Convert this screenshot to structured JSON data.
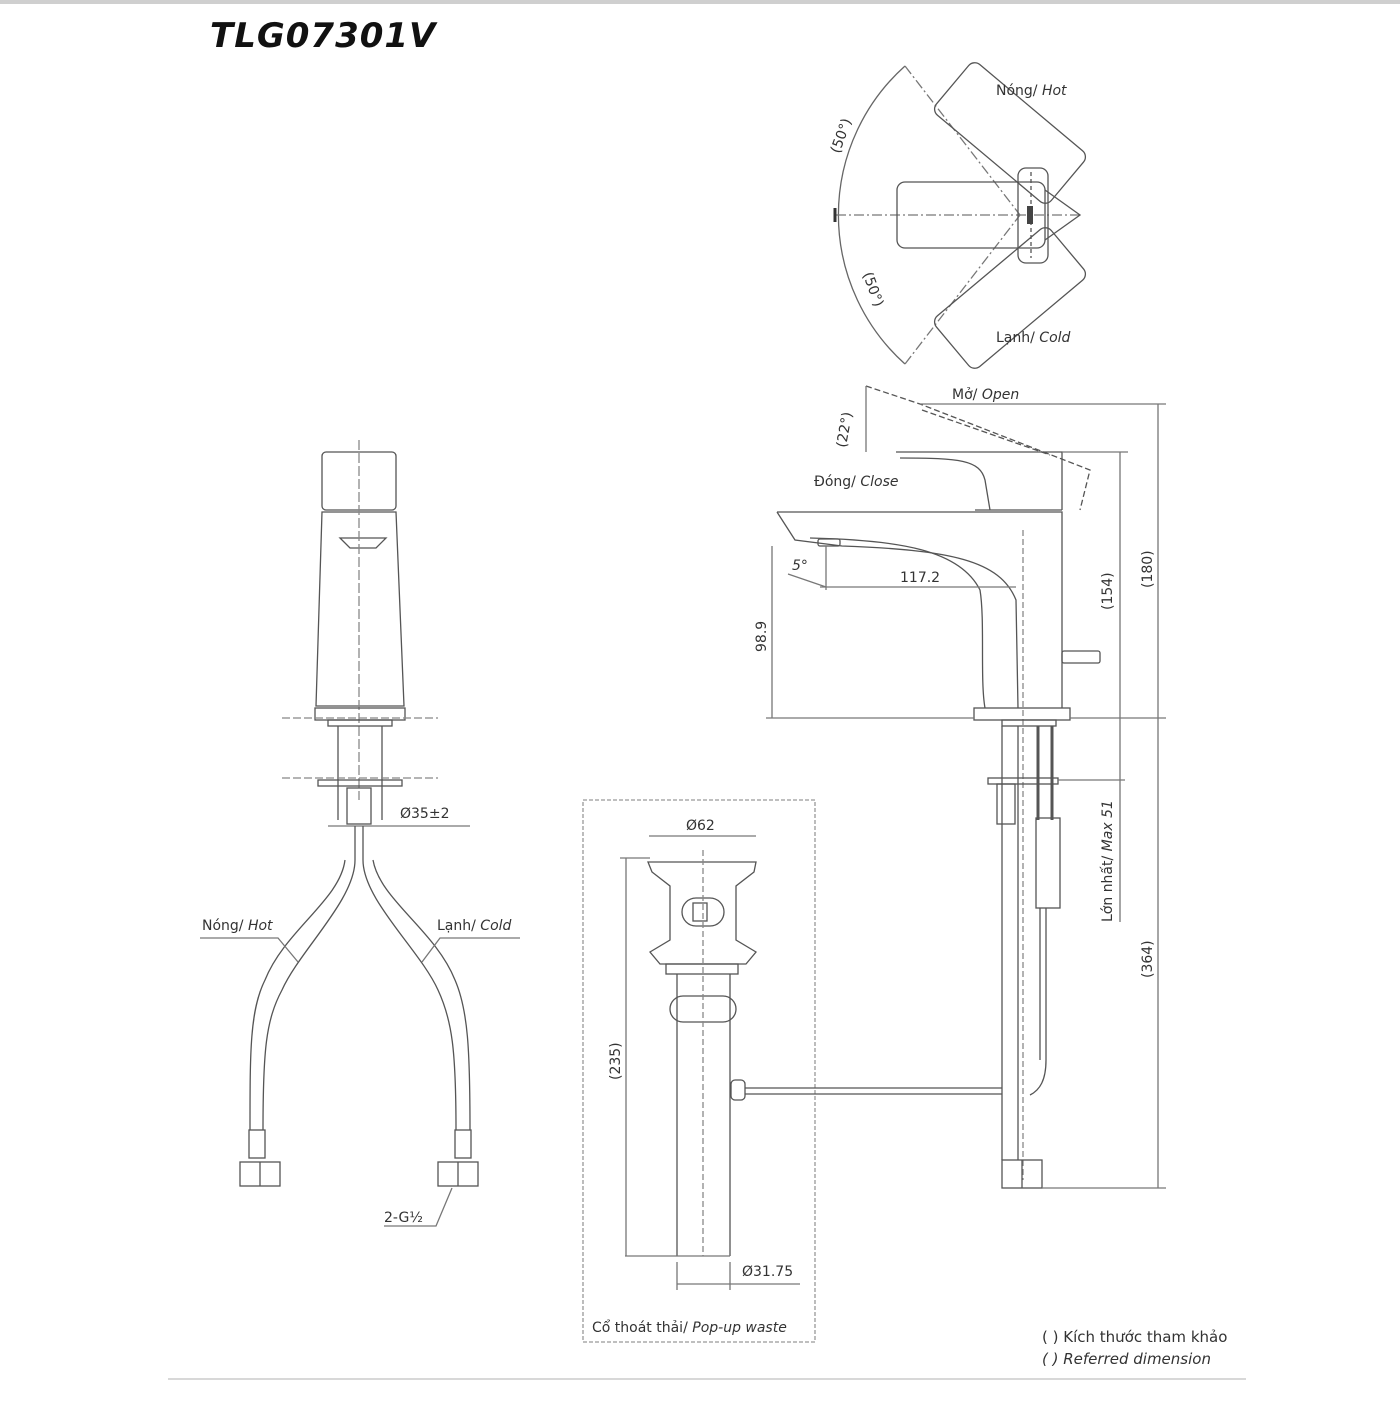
{
  "header": {
    "model_number": "TLG07301V"
  },
  "top_view": {
    "hot_label": "Nóng/",
    "hot_label_en": "Hot",
    "cold_label": "Lạnh/",
    "cold_label_en": "Cold",
    "angle_hot": "(50°)",
    "angle_cold": "(50°)"
  },
  "side_view": {
    "open_label": "Mở/",
    "open_label_en": "Open",
    "close_label": "Đóng/",
    "close_label_en": "Close",
    "handle_angle": "(22°)",
    "spout_angle": "5°",
    "spout_reach": "117.2",
    "spout_height": "98.9",
    "body_height": "(154)",
    "total_height": "(180)",
    "deck_thickness": "Lớn nhất/",
    "deck_thickness_en": "Max 51",
    "below_deck_length": "(364)"
  },
  "front_view": {
    "hole_diameter": "Ø35±2",
    "hot_hose_label": "Nóng/",
    "hot_hose_label_en": "Hot",
    "cold_hose_label": "Lạnh/",
    "cold_hose_label_en": "Cold",
    "connection_thread": "2-G½"
  },
  "popup_waste": {
    "flange_diameter": "Ø62",
    "length": "(235)",
    "tail_diameter": "Ø31.75",
    "caption": "Cổ thoát thải/",
    "caption_en": "Pop-up waste"
  },
  "legend": {
    "line1": "( ) Kích thước tham khảo",
    "line2": "( ) Referred dimension"
  },
  "colors": {
    "line": "#555555",
    "text": "#333333",
    "title": "#111111",
    "rule": "#d0d0d0"
  }
}
